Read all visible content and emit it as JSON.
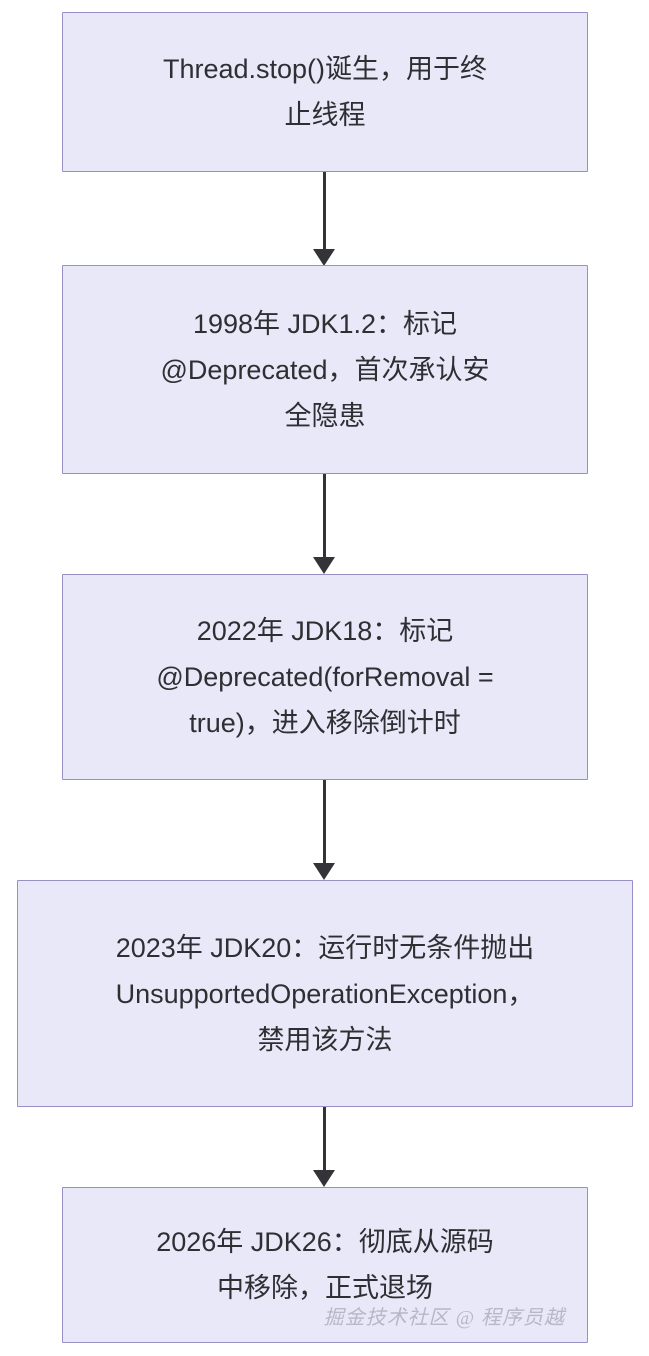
{
  "diagram": {
    "type": "flowchart",
    "direction": "top-to-bottom",
    "background_color": "#ffffff",
    "node_fill_color": "#e8e8f8",
    "node_border_color": "#9a8fc4",
    "edge_color": "#333338",
    "text_color": "#2f2f33",
    "nodes": [
      {
        "id": "n0",
        "label": "Thread.stop()诞生，用于终\n止线程"
      },
      {
        "id": "n1",
        "label": "1998年 JDK1.2：标记\n@Deprecated，首次承认安\n全隐患"
      },
      {
        "id": "n2",
        "label": "2022年 JDK18：标记\n@Deprecated(forRemoval =\ntrue)，进入移除倒计时"
      },
      {
        "id": "n3",
        "label": "2023年 JDK20：运行时无条件抛出\nUnsupportedOperationException，\n禁用该方法"
      },
      {
        "id": "n4",
        "label": "2026年 JDK26：彻底从源码\n中移除，正式退场"
      }
    ],
    "edges": [
      {
        "from": "n0",
        "to": "n1"
      },
      {
        "from": "n1",
        "to": "n2"
      },
      {
        "from": "n2",
        "to": "n3"
      },
      {
        "from": "n3",
        "to": "n4"
      }
    ]
  },
  "watermark": {
    "text": "掘金技术社区 @ 程序员越",
    "color": "#b9b7c6"
  }
}
